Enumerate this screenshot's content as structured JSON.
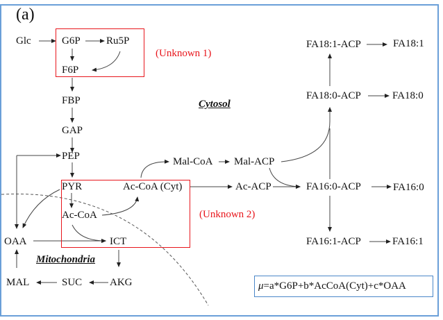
{
  "panel_label": "(a)",
  "compartments": {
    "cytosol": "Cytosol",
    "mitochondria": "Mitochondria"
  },
  "unknowns": {
    "unknown1": "(Unknown 1)",
    "unknown2": "(Unknown 2)"
  },
  "metabolites": {
    "glc": "Glc",
    "g6p": "G6P",
    "ru5p": "Ru5P",
    "f6p": "F6P",
    "fbp": "FBP",
    "gap": "GAP",
    "pep": "PEP",
    "pyr": "PYR",
    "accoa_cyt": "Ac-CoA (Cyt)",
    "accoa": "Ac-CoA",
    "oaa": "OAA",
    "ict": "ICT",
    "akg": "AKG",
    "suc": "SUC",
    "mal": "MAL",
    "malcoa": "Mal-CoA",
    "malacp": "Mal-ACP",
    "acacp": "Ac-ACP",
    "fa160acp": "FA16:0-ACP",
    "fa160": "FA16:0",
    "fa161acp": "FA16:1-ACP",
    "fa161": "FA16:1",
    "fa180acp": "FA18:0-ACP",
    "fa180": "FA18:0",
    "fa181acp": "FA18:1-ACP",
    "fa181": "FA18:1"
  },
  "equation": {
    "mu_symbol": "μ",
    "rhs": "=a*G6P+b*AcCoA(Cyt)+c*OAA"
  },
  "colors": {
    "frame": "#6a9fd8",
    "unknown_box": "#e8151b",
    "equation_box": "#4a86c8",
    "arrow": "#333333"
  }
}
